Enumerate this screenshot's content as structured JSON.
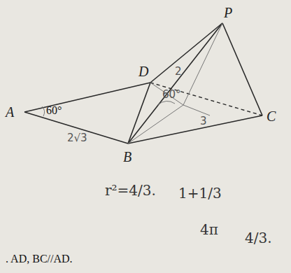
{
  "diagram": {
    "labels": [
      "P",
      "D",
      "A",
      "B",
      "C",
      "60°",
      "2√3",
      "2",
      "60°",
      "3",
      "r²=4/3.",
      "1+1/3",
      "4π",
      "4/3.",
      ". AD, BC//AD."
    ]
  }
}
